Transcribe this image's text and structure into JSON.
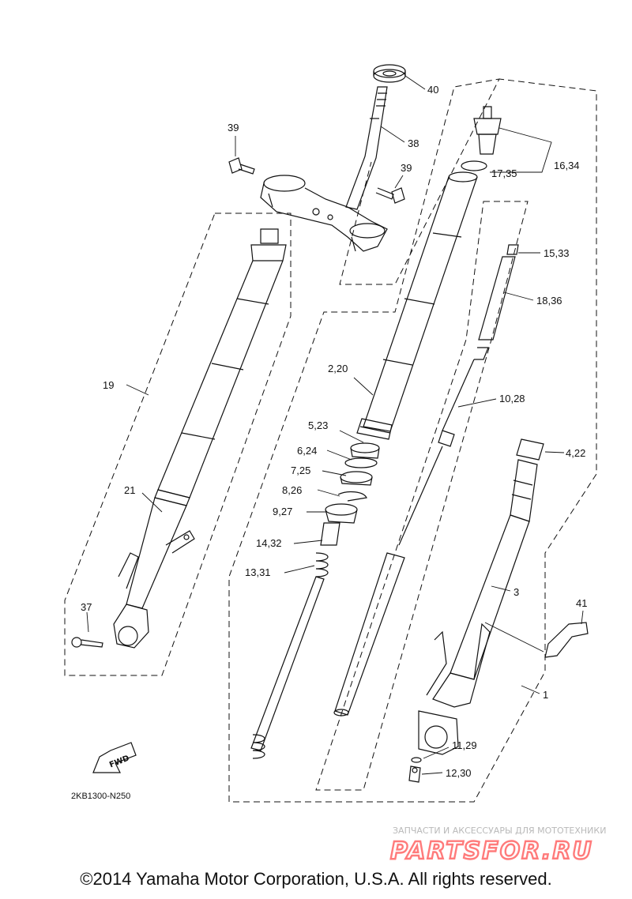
{
  "diagram": {
    "labels": [
      {
        "id": "40",
        "text": "40"
      },
      {
        "id": "38",
        "text": "38"
      },
      {
        "id": "39a",
        "text": "39"
      },
      {
        "id": "39b",
        "text": "39"
      },
      {
        "id": "16_34",
        "text": "16,34"
      },
      {
        "id": "17_35",
        "text": "17,35"
      },
      {
        "id": "15_33",
        "text": "15,33"
      },
      {
        "id": "18_36",
        "text": "18,36"
      },
      {
        "id": "2_20",
        "text": "2,20"
      },
      {
        "id": "10_28",
        "text": "10,28"
      },
      {
        "id": "5_23",
        "text": "5,23"
      },
      {
        "id": "6_24",
        "text": "6,24"
      },
      {
        "id": "7_25",
        "text": "7,25"
      },
      {
        "id": "8_26",
        "text": "8,26"
      },
      {
        "id": "9_27",
        "text": "9,27"
      },
      {
        "id": "14_32",
        "text": "14,32"
      },
      {
        "id": "13_31",
        "text": "13,31"
      },
      {
        "id": "4_22",
        "text": "4,22"
      },
      {
        "id": "3",
        "text": "3"
      },
      {
        "id": "41",
        "text": "41"
      },
      {
        "id": "1",
        "text": "1"
      },
      {
        "id": "11_29",
        "text": "11,29"
      },
      {
        "id": "12_30",
        "text": "12,30"
      },
      {
        "id": "19",
        "text": "19"
      },
      {
        "id": "21",
        "text": "21"
      },
      {
        "id": "37",
        "text": "37"
      }
    ],
    "fwd_label": "FWD",
    "part_number": "2KB1300-N250"
  },
  "watermark": {
    "tagline": "ЗАПЧАСТИ И АКСЕССУАРЫ ДЛЯ МОТОТЕХНИКИ",
    "brand": "PARTSFOR.RU"
  },
  "footer": {
    "copyright": "©2014 Yamaha Motor Corporation, U.S.A. All rights reserved."
  },
  "colors": {
    "line": "#111111",
    "watermark_brand": "#ff7b7b",
    "watermark_text": "#b9b9b9"
  }
}
